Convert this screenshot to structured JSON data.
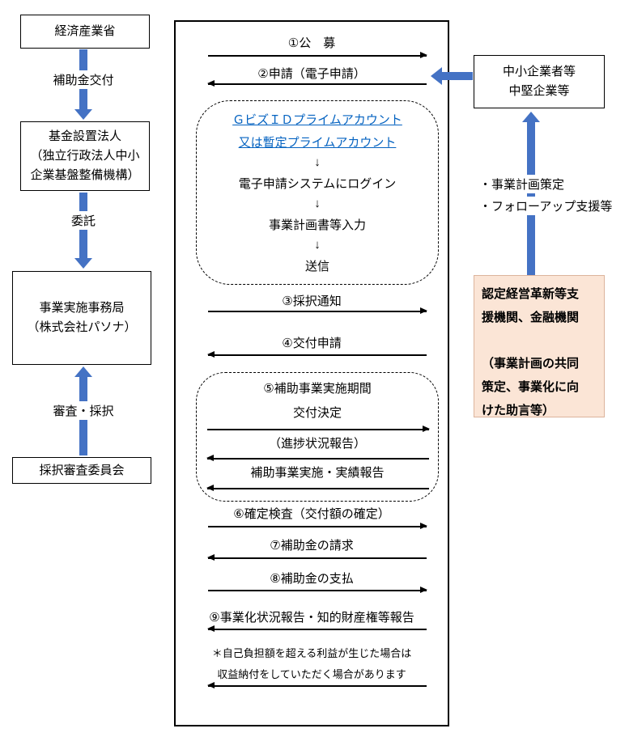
{
  "left": {
    "meti": "経済産業省",
    "grant_label": "補助金交付",
    "fund_org": {
      "line1": "基金設置法人",
      "line2": "（独立行政法人中小",
      "line3": "企業基盤整備機構）"
    },
    "entrust_label": "委託",
    "office": {
      "line1": "事業実施事務局",
      "line2": "（株式会社パソナ）"
    },
    "review_label": "審査・採択",
    "committee": "採択審査委員会"
  },
  "center": {
    "step1": "①公　募",
    "step2": "②申請（電子申請）",
    "gbiz": {
      "link1": "ＧビズＩＤプライムアカウント",
      "link2": "又は暫定プライムアカウント",
      "arrow": "↓",
      "login": "電子申請システムにログイン",
      "input": "事業計画書等入力",
      "send": "送信"
    },
    "step3": "③採択通知",
    "step4": "④交付申請",
    "period": {
      "title": "⑤補助事業実施期間",
      "decision": "交付決定",
      "progress": "（進捗状況報告）",
      "report": "補助事業実施・実績報告"
    },
    "step6": "⑥確定検査（交付額の確定）",
    "step7": "⑦補助金の請求",
    "step8": "⑧補助金の支払",
    "step9": "⑨事業化状況報告・知的財産権等報告",
    "note1": "＊自己負担額を超える利益が生じた場合は",
    "note2": "収益納付をしていただく場合があります"
  },
  "right": {
    "companies": {
      "line1": "中小企業者等",
      "line2": "中堅企業等"
    },
    "bullet1": "・事業計画策定",
    "bullet2": "・フォローアップ支援等",
    "support_org": {
      "line1": "認定経営革新等支",
      "line2": "援機関、金融機関",
      "line3": "（事業計画の共同",
      "line4": "策定、事業化に向",
      "line5": "けた助言等）"
    }
  },
  "colors": {
    "arrow_blue": "#4472C4",
    "support_box_fill": "#FBE5D6",
    "link_blue": "#0563C1",
    "line_black": "#000000"
  }
}
